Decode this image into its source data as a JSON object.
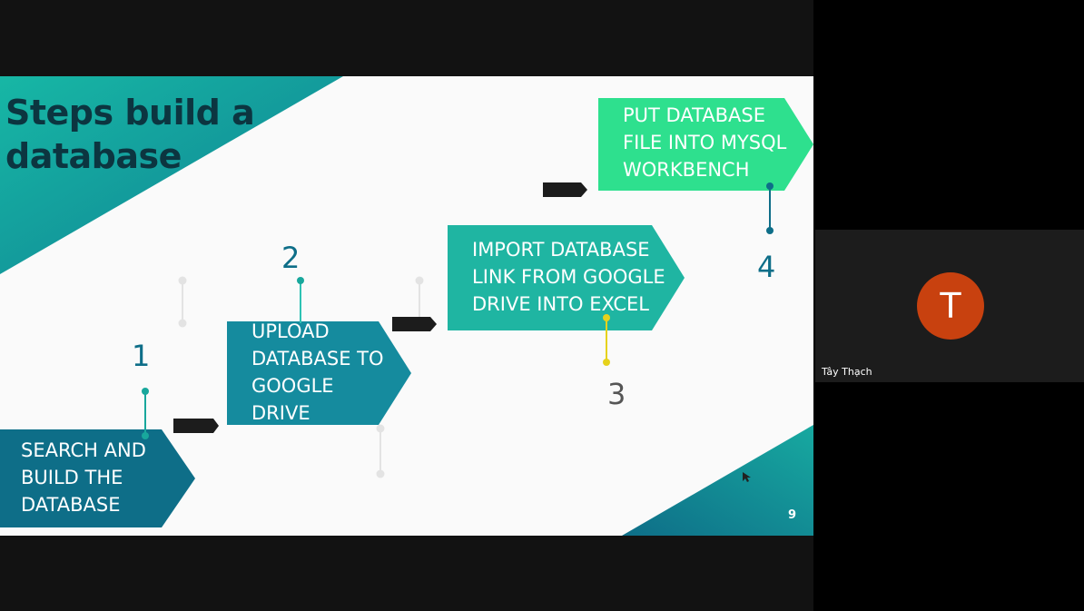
{
  "slide": {
    "title_line1": "Steps build a",
    "title_line2": "database",
    "page_number": "9",
    "steps": [
      {
        "number": "1",
        "label": "SEARCH AND\nBUILD THE\nDATABASE",
        "color": "#0e6e88"
      },
      {
        "number": "2",
        "label": "UPLOAD\nDATABASE TO\nGOOGLE\nDRIVE",
        "color": "#158b9e"
      },
      {
        "number": "3",
        "label": "IMPORT DATABASE\nLINK FROM GOOGLE\nDRIVE INTO EXCEL",
        "color": "#1fb5a2"
      },
      {
        "number": "4",
        "label": "PUT DATABASE\nFILE INTO MYSQL\nWORKBENCH",
        "color": "#2ee08e"
      }
    ],
    "colors": {
      "title": "#0c3540",
      "accent_teal": "#18a79c",
      "arrow_dark": "#1c1c1c",
      "connector_yellow": "#e6d21c"
    }
  },
  "participant": {
    "avatar_letter": "T",
    "name": "Tây Thạch",
    "avatar_color": "#c8410f"
  }
}
